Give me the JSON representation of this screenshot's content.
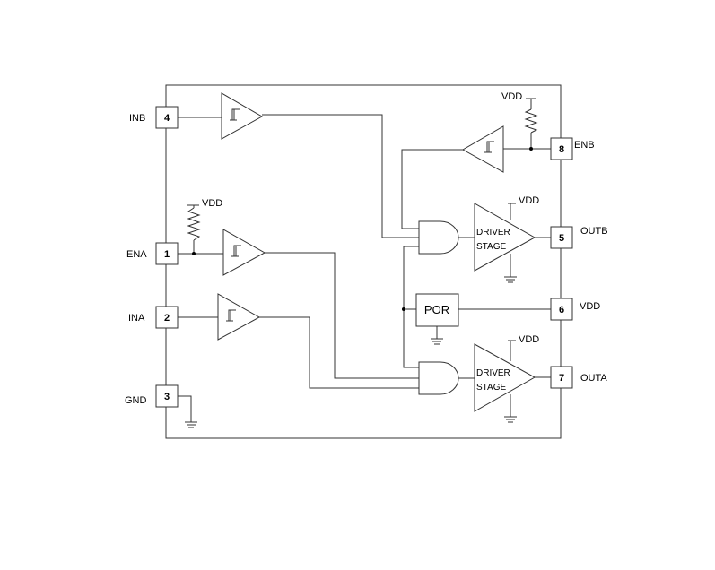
{
  "pins": [
    {
      "number": "4",
      "name": "INB"
    },
    {
      "number": "1",
      "name": "ENA"
    },
    {
      "number": "2",
      "name": "INA"
    },
    {
      "number": "3",
      "name": "GND"
    },
    {
      "number": "8",
      "name": "ENB"
    },
    {
      "number": "5",
      "name": "OUTB"
    },
    {
      "number": "6",
      "name": "VDD"
    },
    {
      "number": "7",
      "name": "OUTA"
    }
  ],
  "supply_label": "VDD",
  "blocks": {
    "por": "POR",
    "driver_line1": "DRIVER",
    "driver_line2": "STAGE"
  },
  "colors": {
    "line": "#333333",
    "background": "#ffffff"
  }
}
